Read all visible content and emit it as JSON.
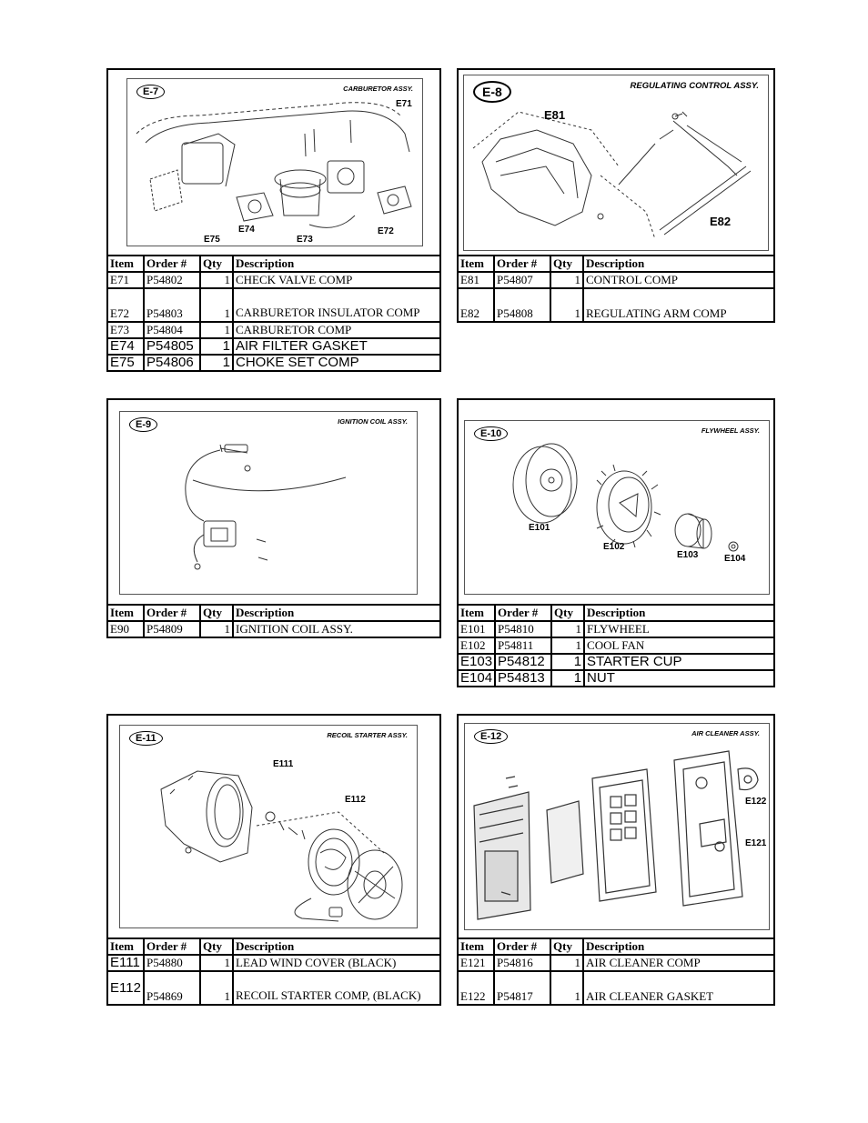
{
  "header": [
    "Item",
    "Order #",
    "Qty",
    "Description"
  ],
  "panels": [
    {
      "badge": "E-7",
      "assembly": "CARBURETOR ASSY.",
      "callouts": [
        "E71",
        "E74",
        "E75",
        "E73",
        "E72"
      ],
      "rows": [
        [
          "E71",
          "P54802",
          "1",
          "CHECK VALVE COMP"
        ],
        [
          "E72",
          "P54803",
          "1",
          "CARBURETOR INSULATOR COMP"
        ],
        [
          "E73",
          "P54804",
          "1",
          "CARBURETOR COMP"
        ],
        [
          "E74",
          "P54805",
          "1",
          "AIR FILTER GASKET"
        ],
        [
          "E75",
          "P54806",
          "1",
          "CHOKE SET COMP"
        ]
      ]
    },
    {
      "badge": "E-8",
      "assembly": "REGULATING CONTROL ASSY.",
      "callouts": [
        "E81",
        "E82"
      ],
      "rows": [
        [
          "E81",
          "P54807",
          "1",
          "CONTROL COMP"
        ],
        [
          "E82",
          "P54808",
          "1",
          "REGULATING ARM COMP"
        ]
      ]
    },
    {
      "badge": "E-9",
      "assembly": "IGNITION COIL ASSY.",
      "callouts": [],
      "rows": [
        [
          "E90",
          "P54809",
          "1",
          "IGNITION COIL ASSY."
        ]
      ]
    },
    {
      "badge": "E-10",
      "assembly": "FLYWHEEL ASSY.",
      "callouts": [
        "E101",
        "E102",
        "E103",
        "E104"
      ],
      "rows": [
        [
          "E101",
          "P54810",
          "1",
          "FLYWHEEL"
        ],
        [
          "E102",
          "P54811",
          "1",
          "COOL FAN"
        ],
        [
          "E103",
          "P54812",
          "1",
          "STARTER CUP"
        ],
        [
          "E104",
          "P54813",
          "1",
          "NUT"
        ]
      ]
    },
    {
      "badge": "E-11",
      "assembly": "RECOIL STARTER ASSY.",
      "callouts": [
        "E111",
        "E112"
      ],
      "rows": [
        [
          "E111",
          "P54880",
          "1",
          "LEAD WIND COVER (BLACK)"
        ],
        [
          "E112",
          "P54869",
          "1",
          "RECOIL STARTER COMP, (BLACK)"
        ]
      ]
    },
    {
      "badge": "E-12",
      "assembly": "AIR CLEANER ASSY.",
      "callouts": [
        "E122",
        "E121"
      ],
      "rows": [
        [
          "E121",
          "P54816",
          "1",
          "AIR CLEANER COMP"
        ],
        [
          "E122",
          "P54817",
          "1",
          "AIR CLEANER GASKET"
        ]
      ]
    }
  ]
}
